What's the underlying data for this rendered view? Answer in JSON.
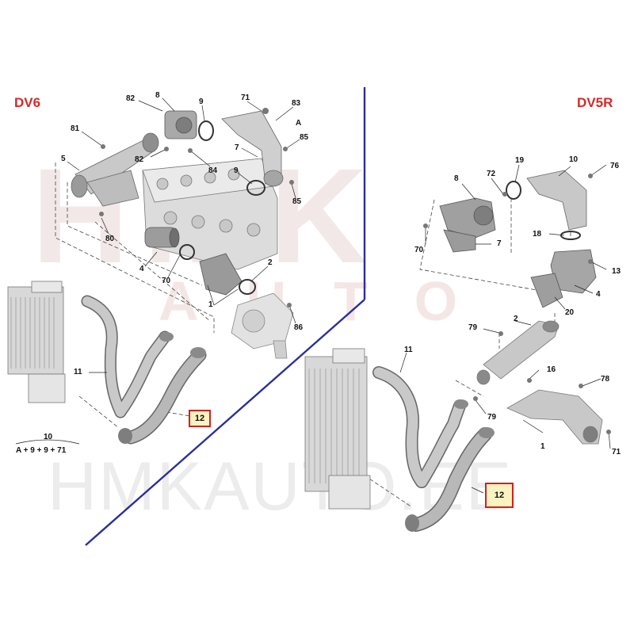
{
  "engines": {
    "left": "DV6",
    "right": "DV5R"
  },
  "watermark": {
    "line1": "HMK",
    "line2": "AUTO",
    "line3": "HMKAUTO.EE"
  },
  "legend": {
    "number": "10",
    "formula": "A + 9 + 9 + 71"
  },
  "callouts": {
    "left": [
      "82",
      "8",
      "9",
      "71",
      "83",
      "A",
      "81",
      "85",
      "82",
      "84",
      "7",
      "5",
      "9",
      "85",
      "80",
      "4",
      "70",
      "2",
      "1",
      "86",
      "11"
    ],
    "right": [
      "19",
      "10",
      "76",
      "72",
      "8",
      "18",
      "70",
      "7",
      "13",
      "4",
      "20",
      "79",
      "2",
      "11",
      "16",
      "78",
      "79",
      "1",
      "71"
    ]
  },
  "highlighted": {
    "left": "12",
    "right": "12"
  },
  "colors": {
    "divider": "#2a2f9c",
    "label": "#d42a2a",
    "highlight_border": "#d02020",
    "highlight_fill": "#fbf2c2"
  }
}
